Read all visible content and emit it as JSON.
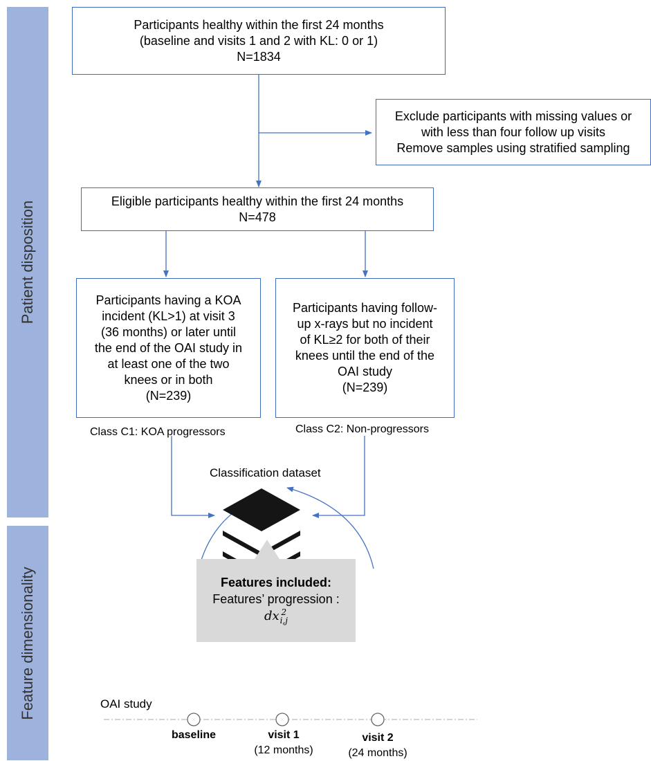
{
  "sidebar": {
    "top_label": "Patient disposition",
    "bottom_label": "Feature dimensionality"
  },
  "boxes": {
    "top": {
      "line1": "Participants healthy within the first 24 months",
      "line2": "(baseline and visits 1 and 2 with KL: 0 or 1)",
      "line3": "N=1834"
    },
    "exclude": {
      "line1": "Exclude participants with missing values or",
      "line2": "with less than four follow up visits",
      "line3": "Remove samples using stratified sampling"
    },
    "eligible": {
      "line1": "Eligible participants healthy within the first 24 months",
      "line2": "N=478"
    },
    "progressors": {
      "lines": [
        "Participants having a KOA",
        "incident (KL>1) at visit 3",
        "(36 months) or later until",
        "the end of the OAI study in",
        "at least one of the two",
        "knees or in both",
        "(N=239)"
      ]
    },
    "nonprogressors": {
      "lines": [
        "Participants having follow-",
        "up x-rays but no incident",
        "of KL≥2 for both of their",
        "knees until the end of the",
        "OAI study",
        "(N=239)"
      ]
    }
  },
  "labels": {
    "class_c1": "Class C1: KOA progressors",
    "class_c2": "Class C2: Non-progressors",
    "dataset": "Classification dataset"
  },
  "features": {
    "title": "Features included:",
    "subtitle": "Features’ progression :",
    "formula_base": "dx",
    "formula_sup": "2",
    "formula_sub": "i,j"
  },
  "timeline": {
    "study_label": "OAI study",
    "points": [
      {
        "name": "baseline",
        "detail": ""
      },
      {
        "name": "visit 1",
        "detail": "(12 months)"
      },
      {
        "name": "visit 2",
        "detail": "(24 months)"
      }
    ]
  },
  "colors": {
    "sidebar": "#9db3dd",
    "box_border": "#3d6bbd",
    "arrow": "#4472c4",
    "callout": "#d9d9d9"
  }
}
